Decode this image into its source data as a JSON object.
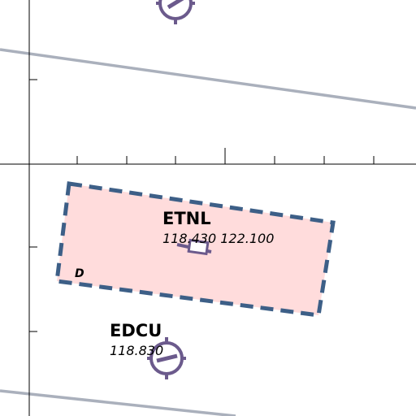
{
  "colors": {
    "background": "#ffffff",
    "airspace_fill": "#ffdcdc",
    "airspace_border": "#3d5f87",
    "airport_symbol": "#6b5a8c",
    "route_line": "#aab0bc",
    "grid_line": "#000000"
  },
  "airspace": {
    "class_label": "D"
  },
  "airports": [
    {
      "icao": "ETNL",
      "frequencies": "118.430 122.100",
      "icon": "airport-runway-box-icon"
    },
    {
      "icao": "EDCU",
      "frequencies": "118.830",
      "icon": "airport-circle-icon"
    }
  ],
  "top_airport": {
    "icon": "airport-circle-icon"
  }
}
